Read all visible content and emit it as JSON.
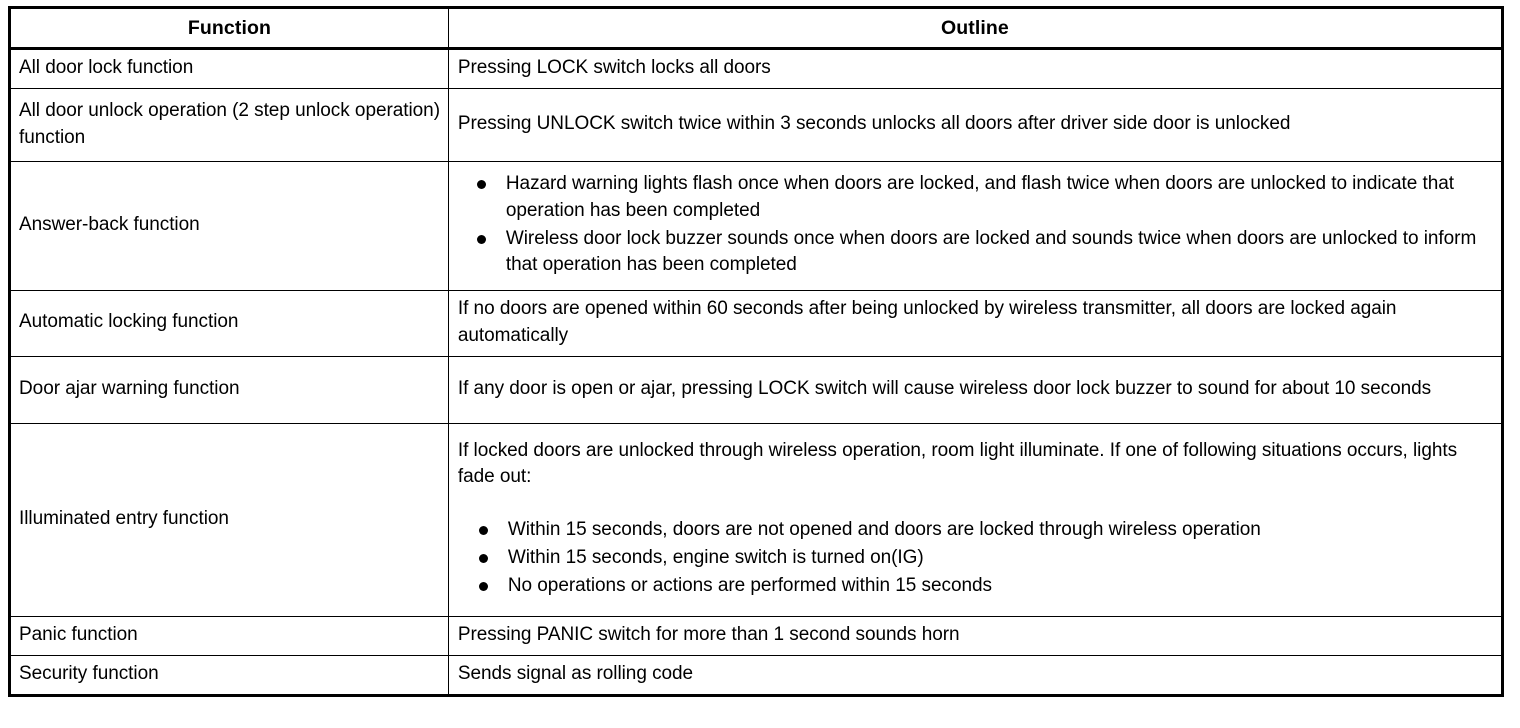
{
  "table": {
    "headers": {
      "function": "Function",
      "outline": "Outline"
    },
    "rows": [
      {
        "function": "All door lock function",
        "outline_text": "Pressing LOCK switch locks all doors"
      },
      {
        "function": "All door unlock operation (2 step unlock operation) function",
        "outline_text": "Pressing UNLOCK switch twice within 3 seconds unlocks all doors after driver side door is unlocked"
      },
      {
        "function": "Answer-back function",
        "outline_bullets": [
          "Hazard warning lights flash once when doors are locked, and flash twice when doors are unlocked to indicate that operation has been completed",
          "Wireless door lock buzzer sounds once when doors are locked and sounds twice when doors are unlocked to inform that operation has been completed"
        ]
      },
      {
        "function": "Automatic locking function",
        "outline_text": "If no doors are opened within 60 seconds after being unlocked by wireless transmitter, all doors are locked again automatically"
      },
      {
        "function": "Door ajar warning function",
        "outline_text": "If any door is open or ajar, pressing LOCK switch will cause wireless door lock buzzer to sound for about 10 seconds"
      },
      {
        "function": "Illuminated entry function",
        "outline_text": "If locked doors are unlocked through wireless operation, room light illuminate. If one of following situations occurs, lights fade out:",
        "outline_bullets": [
          "Within 15 seconds, doors are not opened and doors are locked through wireless operation",
          "Within 15 seconds, engine switch is turned on(IG)",
          "No operations or actions are performed within 15 seconds"
        ]
      },
      {
        "function": "Panic function",
        "outline_text": "Pressing PANIC switch for more than 1 second sounds horn"
      },
      {
        "function": "Security function",
        "outline_text": "Sends signal as rolling code"
      }
    ]
  },
  "colors": {
    "border": "#000000",
    "text": "#000000",
    "background": "#ffffff"
  }
}
